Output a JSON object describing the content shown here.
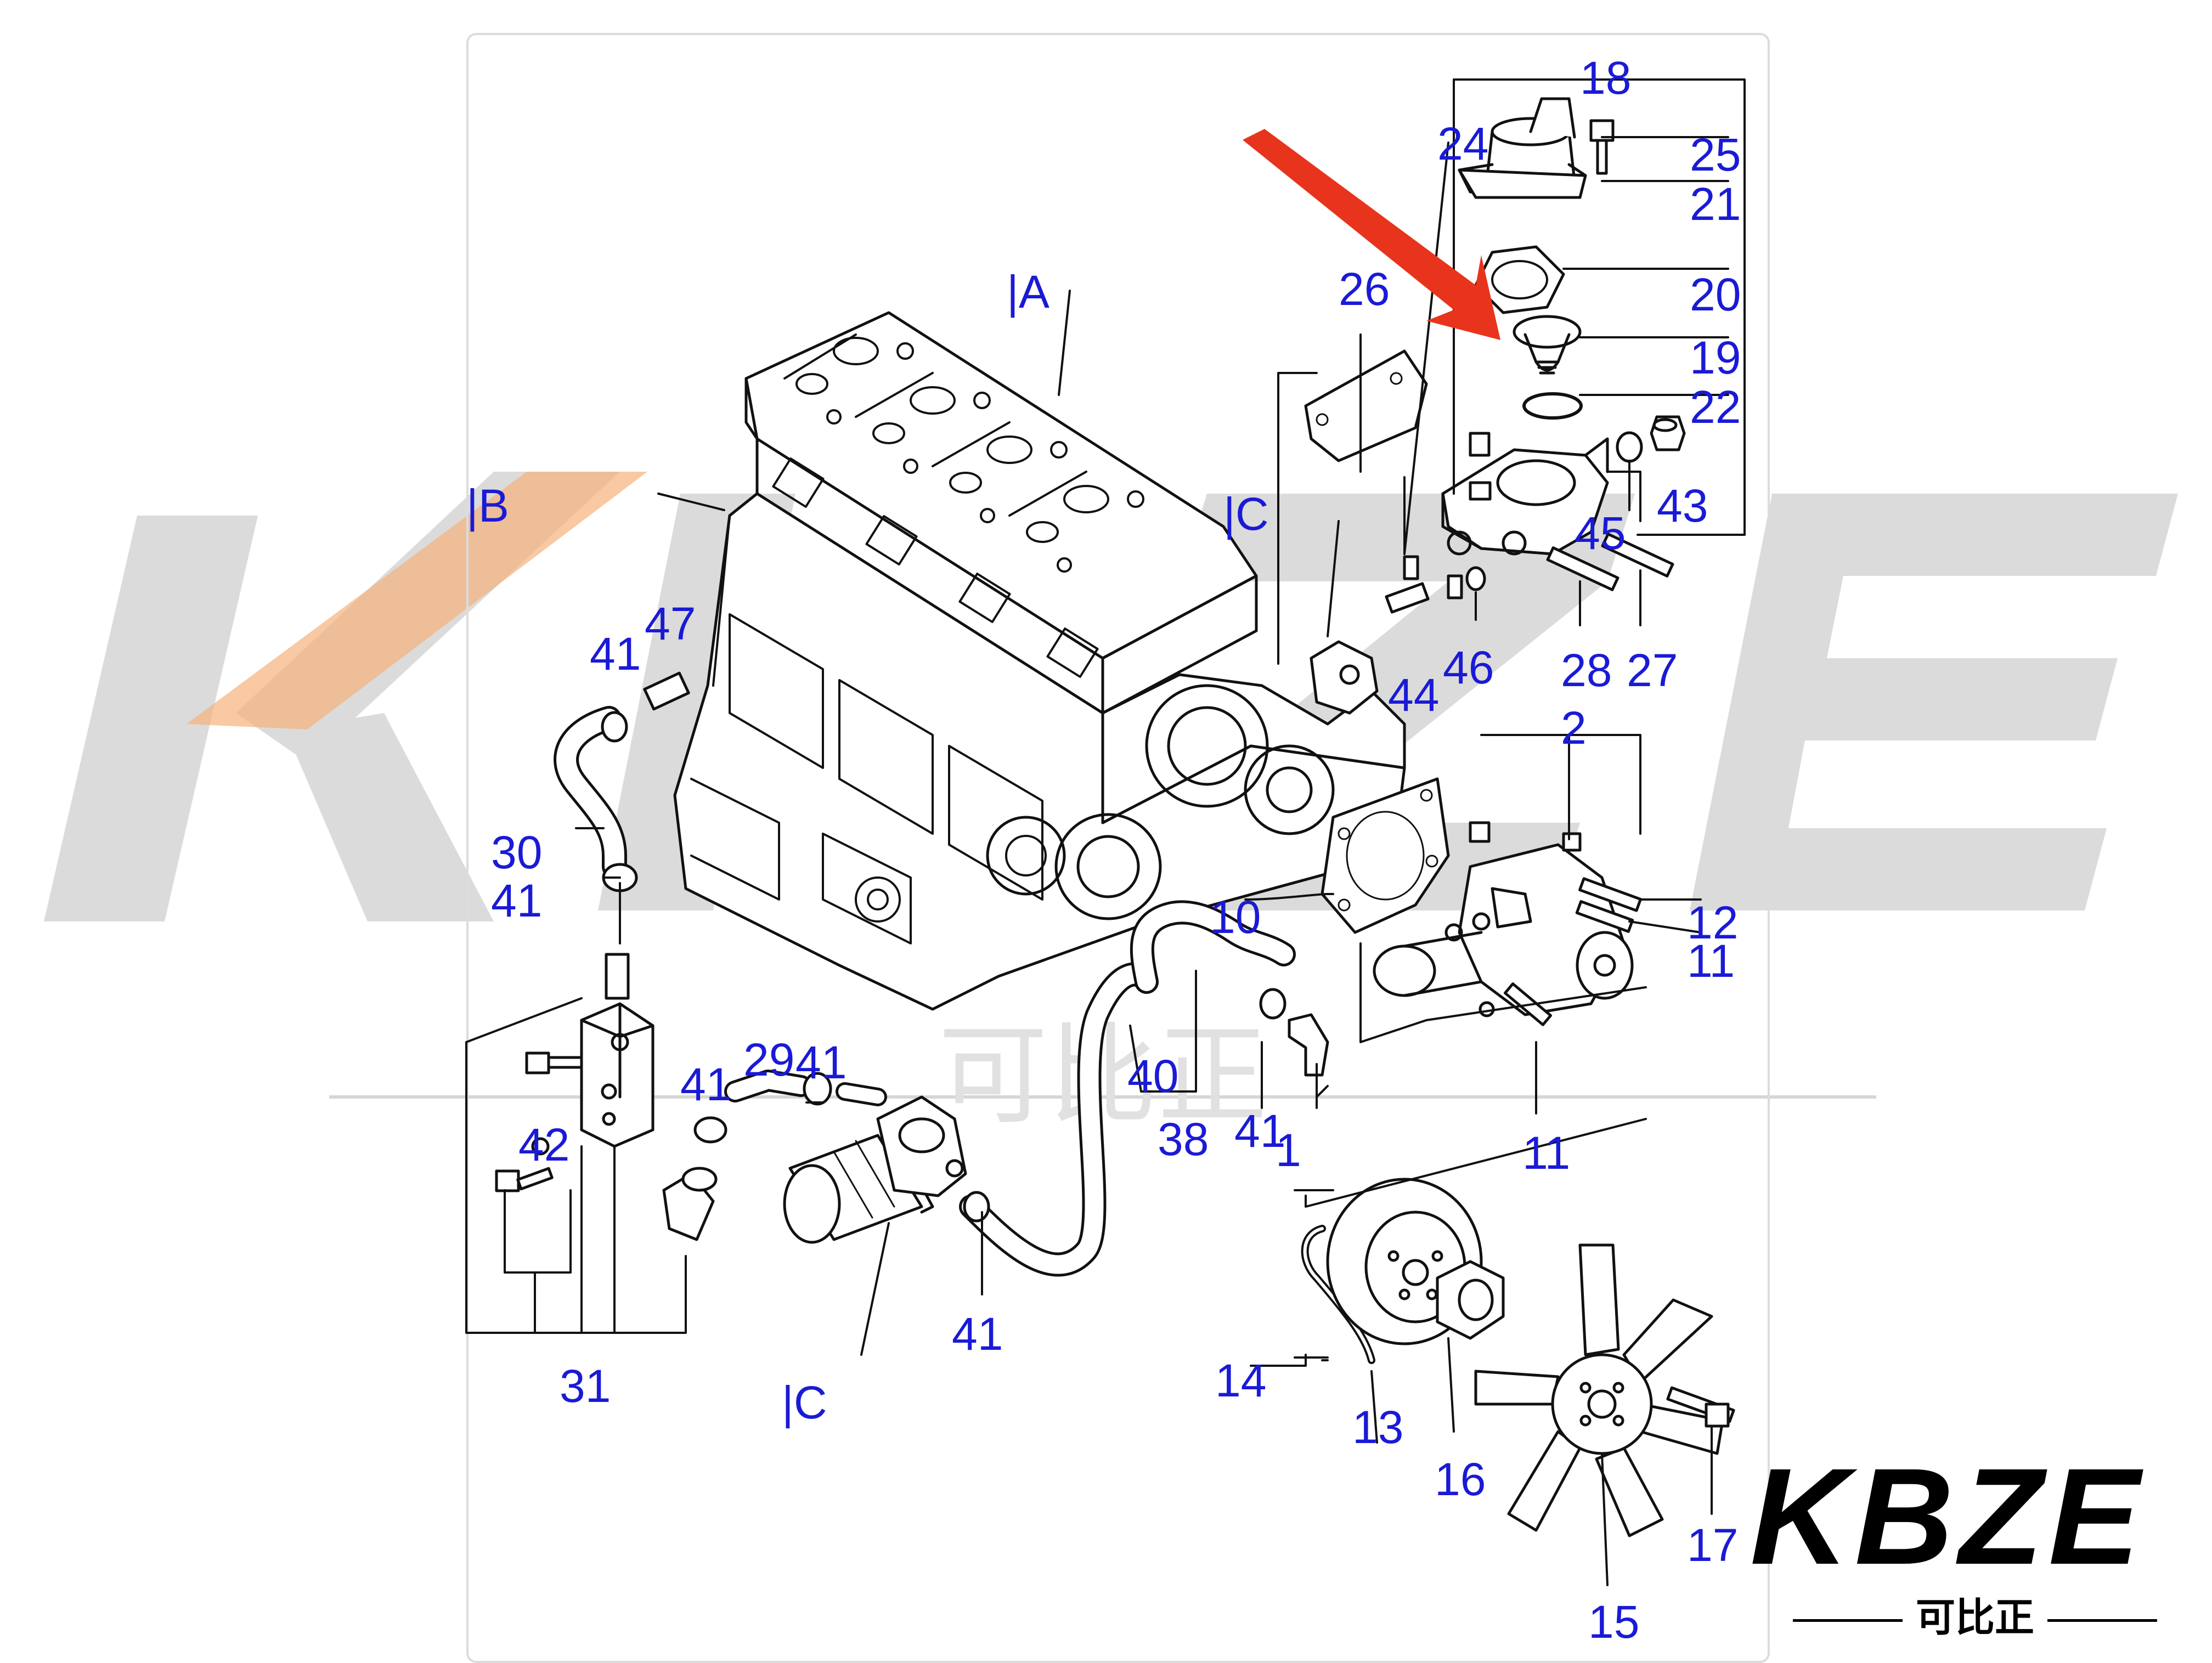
{
  "watermark": {
    "text": "KBZE",
    "cn": "可比正",
    "accent_color": "#f5b27a",
    "gray_color": "#c9c9c9"
  },
  "logo": {
    "word": "KBZE",
    "cn": "可比正"
  },
  "arrow_color": "#e8341c",
  "callout_color": "#1a1ad6",
  "callouts": {
    "c18": "18",
    "c24": "24",
    "c25": "25",
    "c21": "21",
    "c20": "20",
    "c19": "19",
    "c22": "22",
    "c26": "26",
    "cA": "|A",
    "cB": "|B",
    "cCtop": "|C",
    "c43": "43",
    "c45": "45",
    "c41a": "41",
    "c47": "47",
    "c44": "44",
    "c46": "46",
    "c28": "28",
    "c27": "27",
    "c2": "2",
    "c30": "30",
    "c41b": "41",
    "c10": "10",
    "c12": "12",
    "c11a": "11",
    "c29": "29",
    "c41c": "41",
    "c41d": "41",
    "c40": "40",
    "c38": "38",
    "c41e": "41",
    "c1": "1",
    "c11b": "11",
    "c42": "42",
    "c41f": "41",
    "c31": "31",
    "cCbot": "|C",
    "c14": "14",
    "c13": "13",
    "c16": "16",
    "c17": "17",
    "c15": "15"
  }
}
